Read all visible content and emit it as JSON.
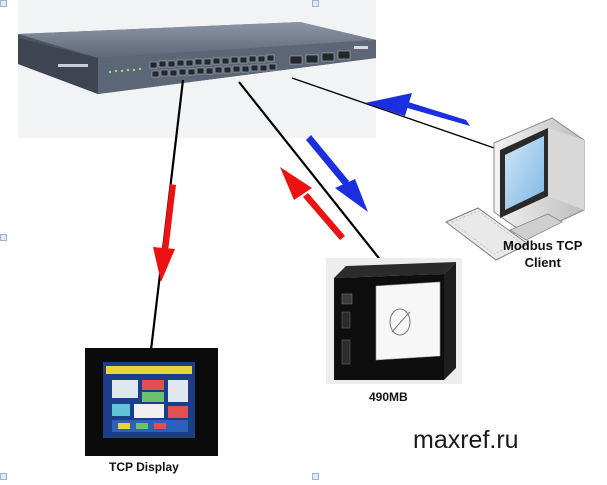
{
  "labels": {
    "client_line1": "Modbus TCP",
    "client_line2": "Client",
    "device": "490MB",
    "display": "TCP Display",
    "watermark": "maxref.ru"
  },
  "icons": {
    "switch": "network-switch-icon",
    "computer": "desktop-computer-icon",
    "keyboard": "keyboard-icon",
    "gateway": "gateway-box-icon",
    "display": "touch-panel-icon"
  },
  "colors": {
    "arrow_request": "#1c2fe0",
    "arrow_response": "#ee1111",
    "cable": "#000000",
    "switch_body": "#5b6474",
    "device_body": "#111111"
  }
}
